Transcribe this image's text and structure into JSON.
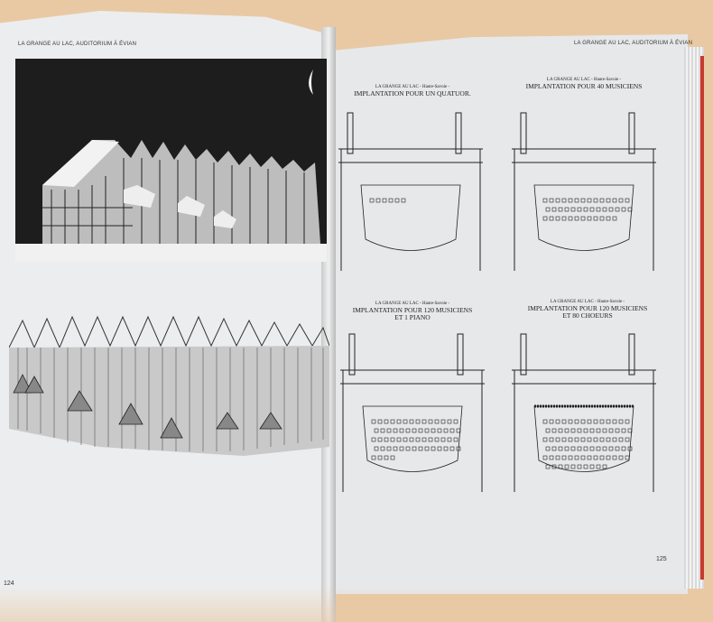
{
  "left_page": {
    "running_head": "LA GRANGE AU LAC, AUDITORIUM À ÉVIAN",
    "page_number": "124"
  },
  "right_page": {
    "running_head": "LA GRANGE AU LAC, AUDITORIUM À ÉVIAN",
    "page_number": "125",
    "plans": [
      {
        "subtitle": "LA GRANGE AU LAC - Haute-Savoie -",
        "title": "IMPLANTATION POUR UN QUATUOR.",
        "title2": ""
      },
      {
        "subtitle": "LA GRANGE AU LAC - Haute-Savoie -",
        "title": "IMPLANTATION POUR 40 MUSICIENS",
        "title2": ""
      },
      {
        "subtitle": "LA GRANGE AU LAC - Haute-Savoie -",
        "title": "IMPLANTATION POUR 120 MUSICIENS",
        "title2": "ET 1 PIANO"
      },
      {
        "subtitle": "LA GRANGE AU LAC - Haute-Savoie -",
        "title": "IMPLANTATION POUR 120 MUSICIENS",
        "title2": "ET 80 CHOEURS"
      }
    ]
  }
}
